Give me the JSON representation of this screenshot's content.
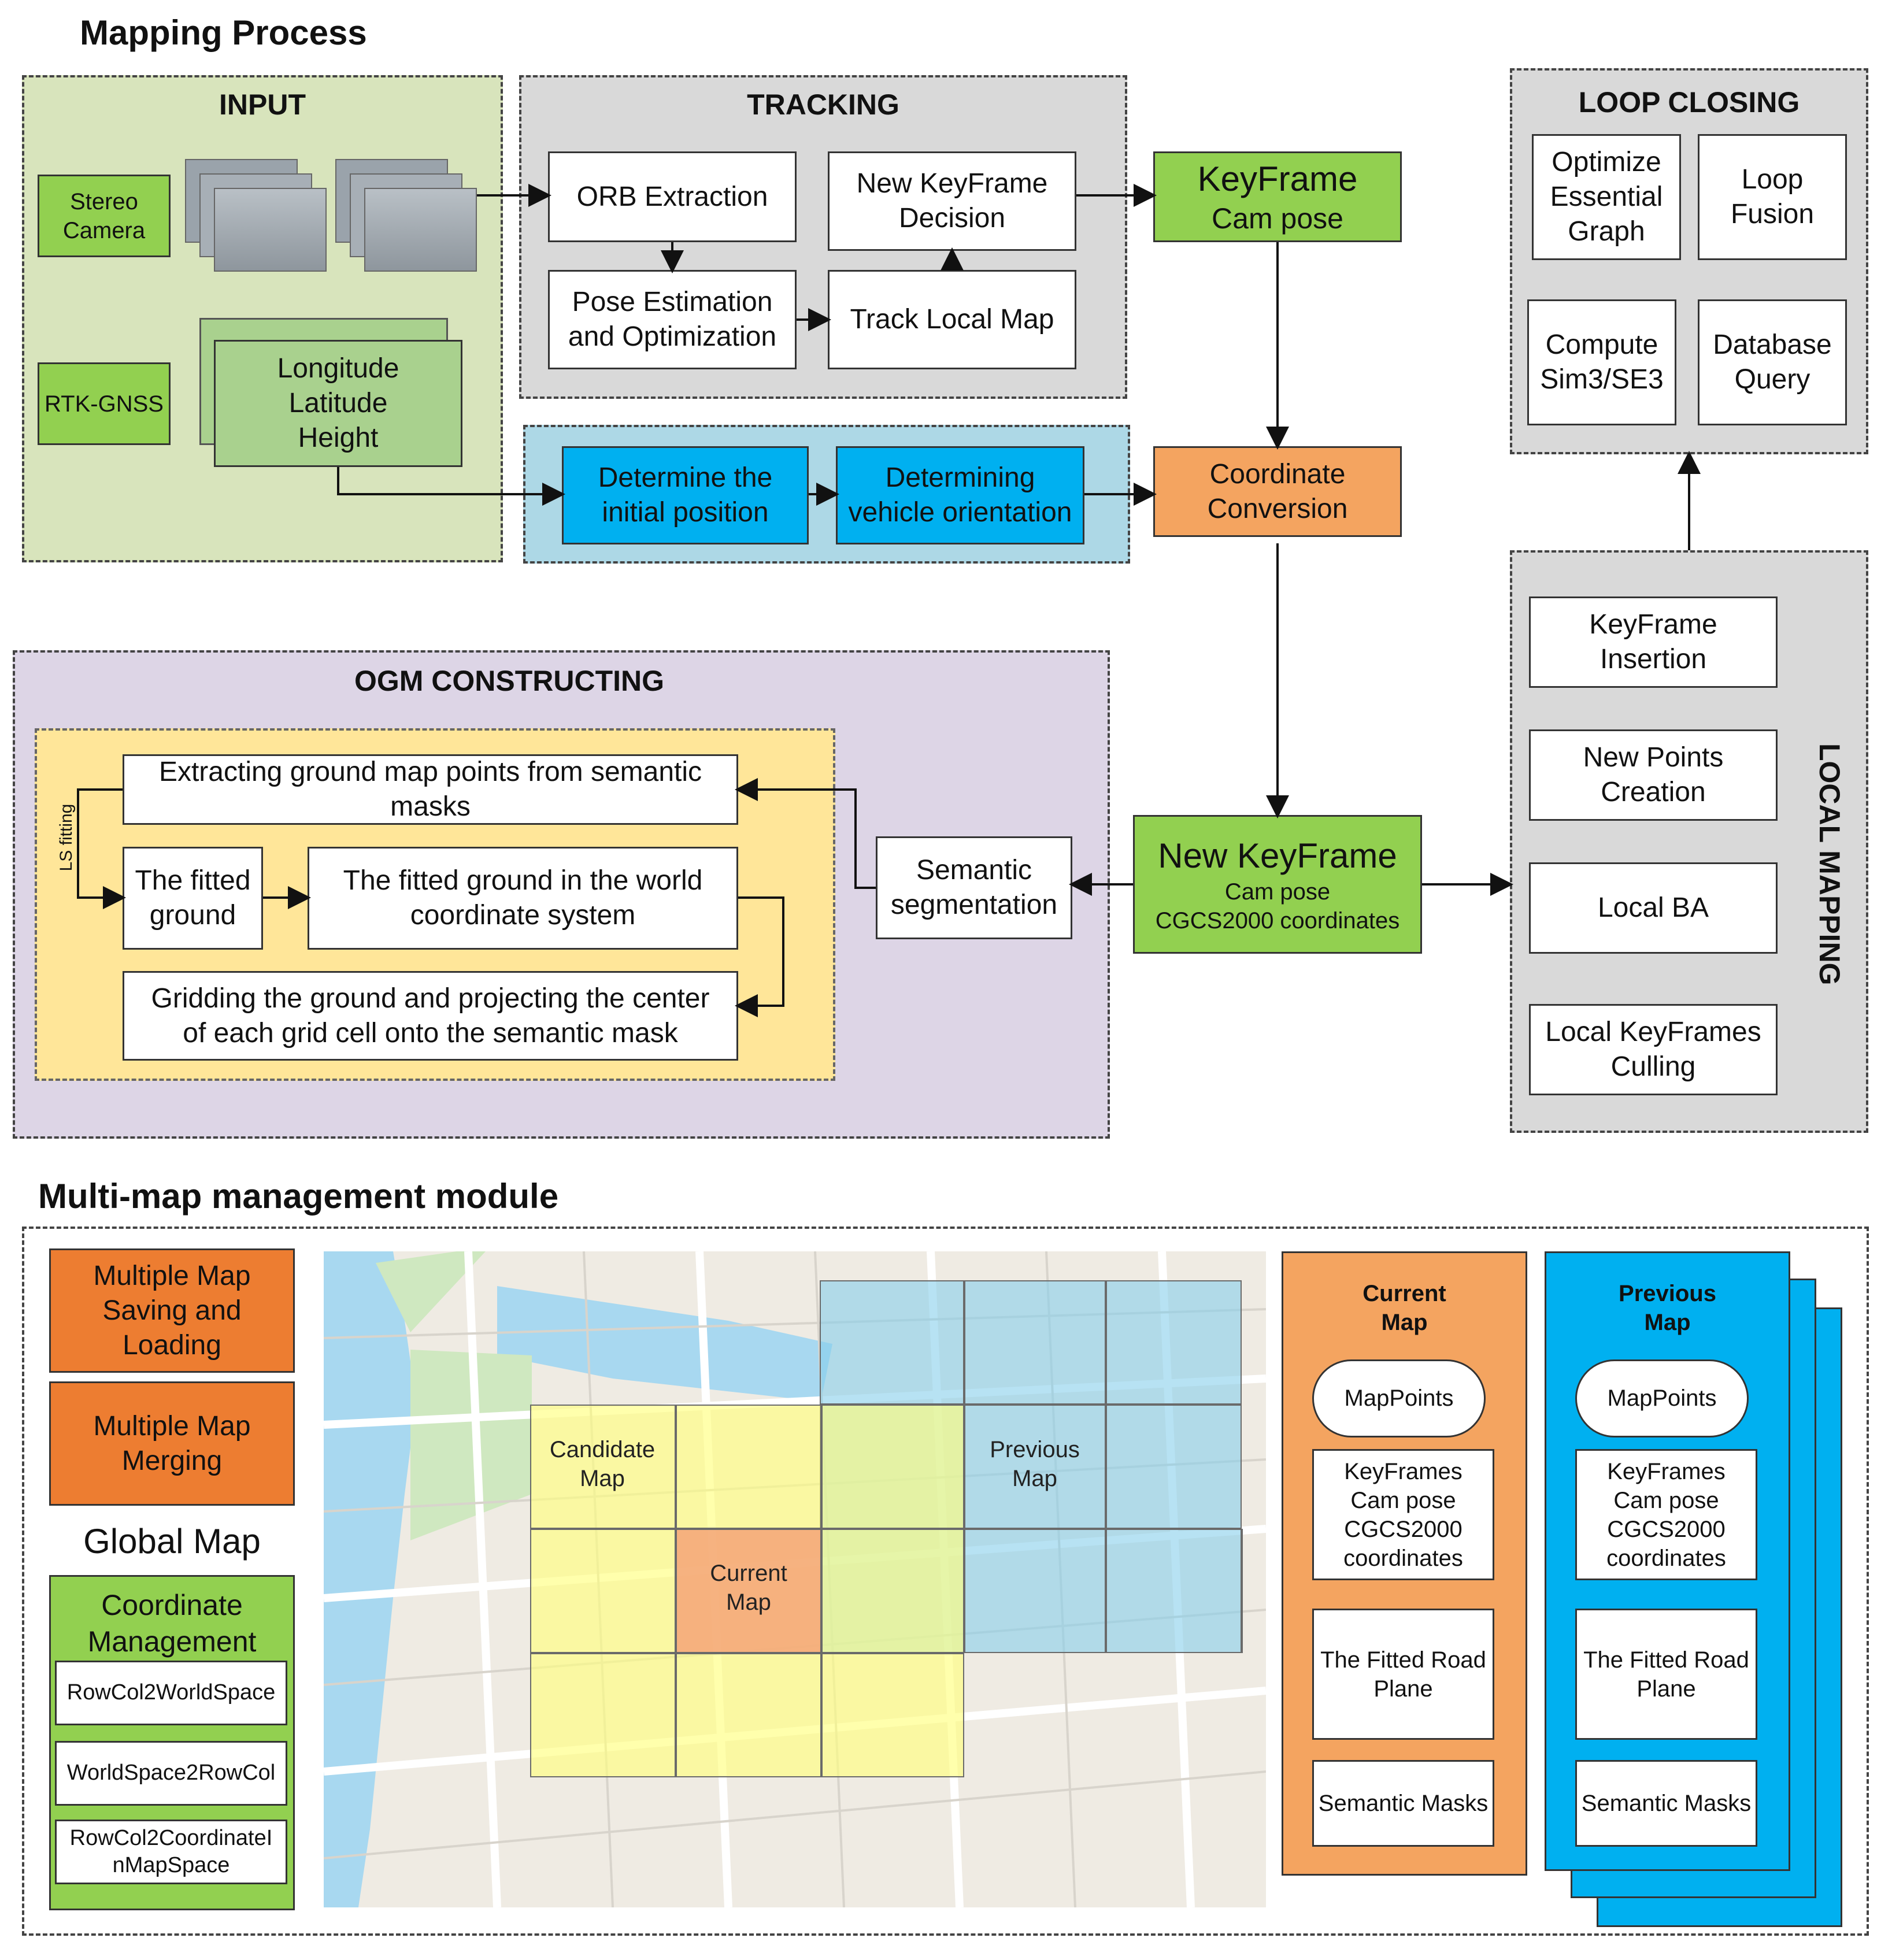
{
  "headings": {
    "mapping_process": "Mapping Process",
    "multi_map": "Multi-map management module"
  },
  "input": {
    "title": "INPUT",
    "stereo_camera": "Stereo\nCamera",
    "rtk_gnss": "RTK-GNSS",
    "lon_lat_height": "Longitude\nLatitude\nHeight"
  },
  "tracking": {
    "title": "TRACKING",
    "orb_extraction": "ORB Extraction",
    "new_keyframe_decision": "New KeyFrame\nDecision",
    "pose_estimation": "Pose Estimation\nand Optimization",
    "track_local_map": "Track Local Map"
  },
  "keyframe": {
    "title": "KeyFrame",
    "subtitle": "Cam pose"
  },
  "positioning": {
    "initial_position": "Determine the\ninitial position",
    "vehicle_orientation": "Determining\nvehicle orientation"
  },
  "coordinate_conversion": "Coordinate\nConversion",
  "loop_closing": {
    "title": "LOOP CLOSING",
    "optimize_graph": "Optimize\nEssential\nGraph",
    "loop_fusion": "Loop\nFusion",
    "compute_sim3": "Compute\nSim3/SE3",
    "database_query": "Database\nQuery"
  },
  "local_mapping": {
    "title": "LOCAL MAPPING",
    "keyframe_insertion": "KeyFrame\nInsertion",
    "new_points": "New Points\nCreation",
    "local_ba": "Local BA",
    "culling": "Local KeyFrames\nCulling"
  },
  "new_keyframe": {
    "title": "New KeyFrame",
    "line1": "Cam pose",
    "line2": "CGCS2000 coordinates"
  },
  "ogm": {
    "title": "OGM CONSTRUCTING",
    "extracting": "Extracting ground map points from semantic\nmasks",
    "fitted_ground": "The fitted\nground",
    "fitted_world": "The fitted ground  in the world\ncoordinate system",
    "gridding": "Gridding the ground and projecting the center\nof each grid cell onto the semantic mask",
    "ls_fitting": "LS fitting",
    "semantic_segmentation": "Semantic\nsegmentation"
  },
  "multimap": {
    "saving_loading": "Multiple Map\nSaving and\nLoading",
    "merging": "Multiple Map\nMerging",
    "global_map": "Global Map",
    "coord_mgmt": "Coordinate\nManagement",
    "rowcol2world": "RowCol2WorldSpace",
    "world2rowcol": "WorldSpace2RowCol",
    "rowcol2coord": "RowCol2CoordinateI\nnMapSpace",
    "candidate_map": "Candidate\nMap",
    "current_map_tile": "Current\nMap",
    "previous_map_tile": "Previous\nMap"
  },
  "current_map": {
    "title": "Current\nMap",
    "mappoints": "MapPoints",
    "keyframes": "KeyFrames\nCam pose\nCGCS2000\ncoordinates",
    "road_plane": "The Fitted Road\nPlane",
    "semantic_masks": "Semantic Masks"
  },
  "previous_map": {
    "title": "Previous\nMap",
    "mappoints": "MapPoints",
    "keyframes": "KeyFrames\nCam pose\nCGCS2000\ncoordinates",
    "road_plane": "The Fitted Road\nPlane",
    "semantic_masks": "Semantic Masks"
  },
  "colors": {
    "input_bg": "#d8e4bc",
    "tracking_bg": "#d9d9d9",
    "positioning_bg": "#add8e6",
    "ogm_bg": "#ddd5e6",
    "ogm_inner_bg": "#ffe699",
    "green": "#92d050",
    "blue": "#00b0f0",
    "orange": "#f4a460",
    "dark_orange": "#ed7d31"
  }
}
